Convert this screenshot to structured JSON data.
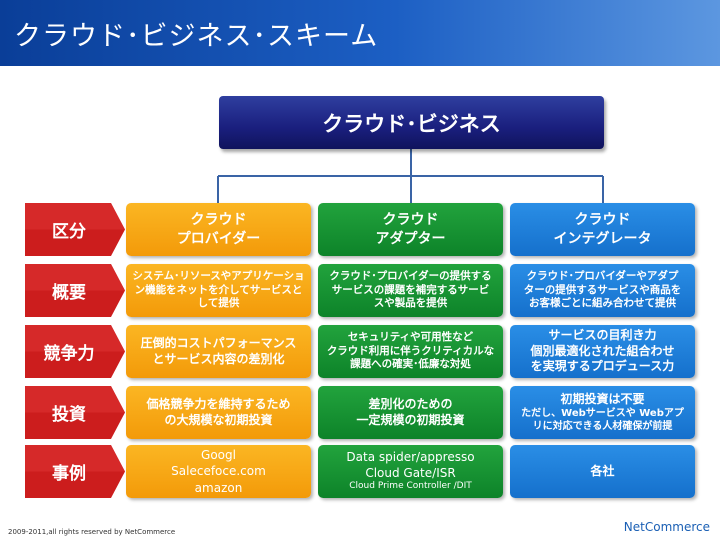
{
  "header": {
    "title": "クラウド･ビジネス･スキーム"
  },
  "top": {
    "label": "クラウド･ビジネス"
  },
  "colors": {
    "orange": "#f7a615",
    "green": "#16923a",
    "blue": "#1f7fdc",
    "red": "#cc1d1d",
    "navy": "#1a1f7e"
  },
  "rows": [
    {
      "label": "区分",
      "cells": [
        [
          "クラウド",
          "プロバイダー"
        ],
        [
          "クラウド",
          "アダプター"
        ],
        [
          "クラウド",
          "インテグレータ"
        ]
      ]
    },
    {
      "label": "概要",
      "cells": [
        [
          "システム･リソースやアプリケーショ",
          "ン機能をネットを介してサービスと",
          "して提供"
        ],
        [
          "クラウド･プロバイダーの提供する",
          "サービスの課題を補完するサービ",
          "スや製品を提供"
        ],
        [
          "クラウド･プロバイダーやアダプ",
          "ターの提供するサービスや商品を",
          "お客様ごとに組み合わせて提供"
        ]
      ]
    },
    {
      "label": "競争力",
      "cells": [
        [
          "圧倒的コストパフォーマンス",
          "とサービス内容の差別化"
        ],
        [
          "セキュリティや可用性など",
          "クラウド利用に伴うクリティカルな",
          "課題への確実･低廉な対処"
        ],
        [
          "サービスの目利き力",
          "個別最適化された組合わせ",
          "を実現するプロデュース力"
        ]
      ]
    },
    {
      "label": "投資",
      "cells": [
        [
          "価格競争力を維持するため",
          "の大規模な初期投資"
        ],
        [
          "差別化のための",
          "一定規模の初期投資"
        ],
        [
          "初期投資は不要",
          "ただし、Webサービスや Webアプ",
          "リに対応できる人材確保が前提"
        ]
      ]
    },
    {
      "label": "事例",
      "cells": [
        [
          "Googl",
          "Salecefoce.com",
          "amazon"
        ],
        [
          "Data spider/appresso",
          "Cloud Gate/ISR",
          "Cloud Prime Controller /DIT"
        ],
        [
          "各社"
        ]
      ]
    }
  ],
  "footer": {
    "copyright": "2009-2011,all rights reserved by NetCommerce",
    "brand": "NetCommerce"
  }
}
